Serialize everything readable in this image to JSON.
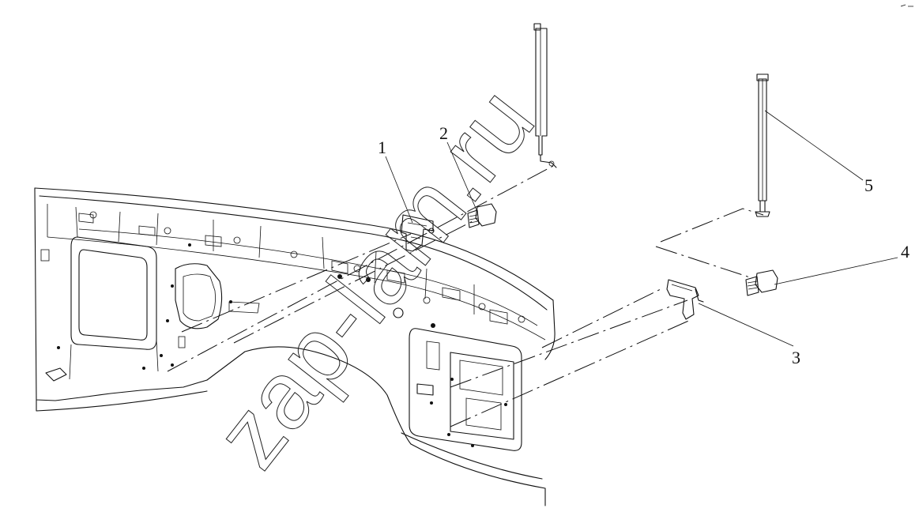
{
  "figure": {
    "watermark": "zap-lam.ru",
    "callouts": [
      {
        "id": "callout-1",
        "label": "1"
      },
      {
        "id": "callout-2",
        "label": "2"
      },
      {
        "id": "callout-3",
        "label": "3"
      },
      {
        "id": "callout-4",
        "label": "4"
      },
      {
        "id": "callout-5",
        "label": "5"
      }
    ]
  },
  "colors": {
    "line": "#111111",
    "background": "#ffffff"
  }
}
